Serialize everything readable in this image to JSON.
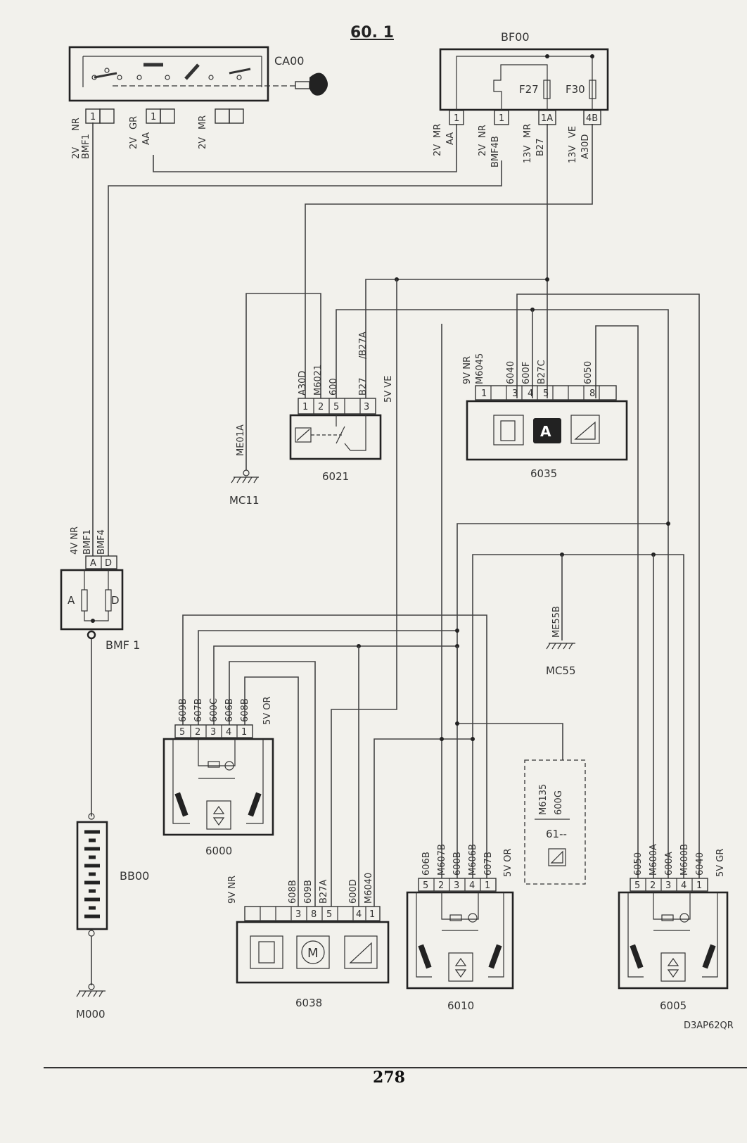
{
  "sheet_title": "60. 1",
  "page_number": "278",
  "drawing_ref": "D3AP62QR",
  "components": {
    "ca00": {
      "code": "CA00",
      "pins": [
        "1",
        "1"
      ],
      "wires": [
        [
          "2V",
          "NR",
          "BMF1"
        ],
        [
          "2V",
          "GR",
          "AA"
        ],
        [
          "2V",
          "MR",
          ""
        ]
      ]
    },
    "bf00": {
      "code": "BF00",
      "fuses": [
        "F27",
        "F30"
      ],
      "pins": [
        "1",
        "1",
        "1A",
        "4B"
      ],
      "wires": [
        [
          "2V",
          "MR",
          "AA"
        ],
        [
          "2V",
          "NR",
          "BMF4B"
        ],
        [
          "13V",
          "MR",
          "B27"
        ],
        [
          "13V",
          "VE",
          "A30D"
        ]
      ]
    },
    "bmf1": {
      "code": "BMF 1",
      "pins": [
        "A",
        "D"
      ],
      "inner": [
        "A",
        "D"
      ],
      "conn": "4V NR",
      "wires": [
        "BMF1",
        "BMF4"
      ]
    },
    "c6021": {
      "code": "6021",
      "pins": [
        "1",
        "2",
        "5",
        "3"
      ],
      "wires": [
        "A30D",
        "M6021",
        "600",
        "B27",
        "/B27A"
      ],
      "conn": "5V VE"
    },
    "c6035": {
      "code": "6035",
      "pins": [
        "1",
        "3",
        "4",
        "5",
        "8"
      ],
      "conn": "9V NR",
      "wires": [
        "M6045",
        "6040",
        "600F",
        "B27C",
        "6050"
      ]
    },
    "mc11": {
      "code": "MC11",
      "wire": "ME01A"
    },
    "mc55": {
      "code": "MC55",
      "wire": "ME55B"
    },
    "m000": {
      "code": "M000"
    },
    "bb00": {
      "code": "BB00"
    },
    "c6000": {
      "code": "6000",
      "pins": [
        "5",
        "2",
        "3",
        "4",
        "1"
      ],
      "wires": [
        "609B",
        "607B",
        "600C",
        "606B",
        "608B"
      ],
      "conn": "5V OR"
    },
    "c6038": {
      "code": "6038",
      "pins": [
        "3",
        "8",
        "5",
        "4",
        "1"
      ],
      "conn": "9V NR",
      "wires": [
        "608B",
        "609B",
        "B27A",
        "600D",
        "M6040"
      ]
    },
    "c6010": {
      "code": "6010",
      "pins": [
        "5",
        "2",
        "3",
        "4",
        "1"
      ],
      "wires": [
        "606B",
        "M607B",
        "600B",
        "M606B",
        "607B"
      ],
      "conn": "5V OR"
    },
    "c6005": {
      "code": "6005",
      "pins": [
        "5",
        "2",
        "3",
        "4",
        "1"
      ],
      "wires": [
        "6050",
        "M600A",
        "600A",
        "M600B",
        "6040"
      ],
      "conn": "5V GR"
    },
    "c61": {
      "code": "61--",
      "wires": [
        "M6135",
        "600G"
      ]
    }
  }
}
